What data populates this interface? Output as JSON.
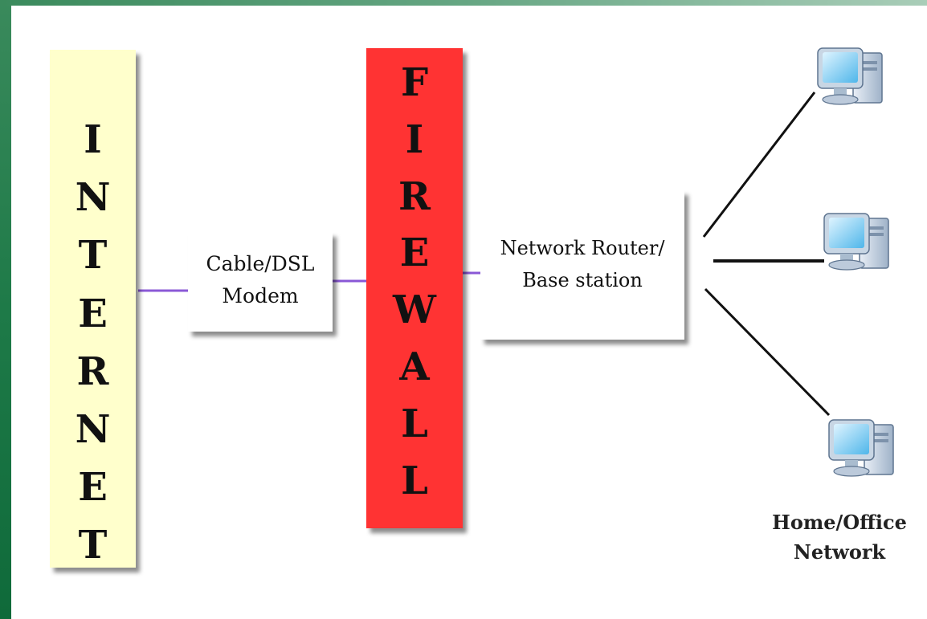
{
  "internet": {
    "letters": [
      "I",
      "N",
      "T",
      "E",
      "R",
      "N",
      "E",
      "T"
    ],
    "fill_color": "#ffffcc"
  },
  "modem": {
    "line1": "Cable/DSL",
    "line2": "Modem"
  },
  "firewall": {
    "letters": [
      "F",
      "I",
      "R",
      "E",
      "W",
      "A",
      "L",
      "L"
    ],
    "fill_color": "#ff3333"
  },
  "router": {
    "line1": "Network Router/",
    "line2": "Base station"
  },
  "network": {
    "line1": "Home/Office",
    "line2": "Network",
    "computers": [
      "computer-icon",
      "computer-icon",
      "computer-icon"
    ]
  },
  "connector_color": "#8a58d6"
}
